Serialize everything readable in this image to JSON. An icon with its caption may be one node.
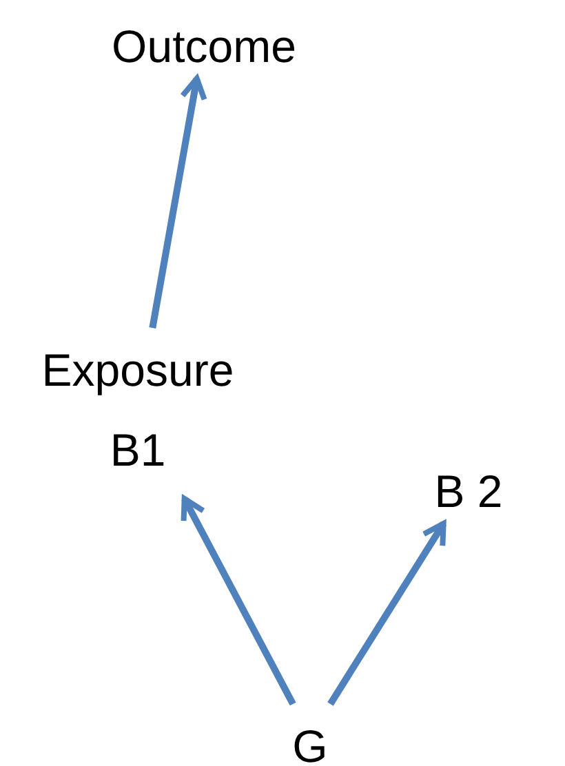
{
  "diagram": {
    "nodes": [
      {
        "text": [
          "Outcome"
        ]
      },
      {
        "text": [
          "Exposure B1"
        ]
      },
      {
        "text": [
          "B 2"
        ]
      },
      {
        "text": [
          "G"
        ]
      }
    ],
    "edges": [
      {
        "from": 1,
        "to": 0,
        "arrow": "to"
      },
      {
        "from": 3,
        "to": 1,
        "arrow": "to"
      },
      {
        "from": 3,
        "to": 2,
        "arrow": "to"
      }
    ]
  }
}
